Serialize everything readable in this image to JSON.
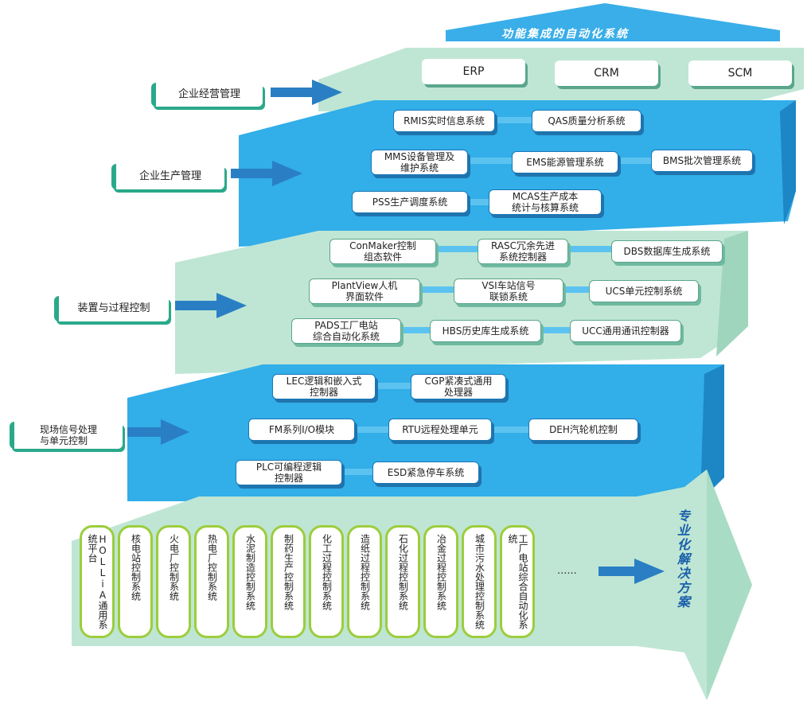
{
  "header": {
    "title": "功能集成的自动化系统"
  },
  "side_title": "专业化解决方案",
  "layers": {
    "enterprise_mgmt": {
      "label": "企业经营管理",
      "items": [
        "ERP",
        "CRM",
        "SCM"
      ]
    },
    "production_mgmt": {
      "label": "企业生产管理",
      "items": [
        "RMIS实时信息系统",
        "QAS质量分析系统",
        "MMS设备管理及\n维护系统",
        "EMS能源管理系统",
        "BMS批次管理系统",
        "PSS生产调度系统",
        "MCAS生产成本\n统计与核算系统"
      ]
    },
    "process_control": {
      "label": "装置与过程控制",
      "items": [
        "ConMaker控制\n组态软件",
        "RASC冗余先进\n系统控制器",
        "DBS数据库生成系统",
        "PlantView人机\n界面软件",
        "VSI车站信号\n联锁系统",
        "UCS单元控制系统",
        "PADS工厂电站\n综合自动化系统",
        "HBS历史库生成系统",
        "UCC通用通讯控制器"
      ]
    },
    "field_signal": {
      "label": "现场信号处理\n与单元控制",
      "items": [
        "LEC逻辑和嵌入式\n控制器",
        "CGP紧凑式通用\n处理器",
        "FM系列I/O模块",
        "RTU远程处理单元",
        "DEH汽轮机控制",
        "PLC可编程逻辑\n控制器",
        "ESD紧急停车系统"
      ]
    }
  },
  "solutions": {
    "items": [
      "HOLLiA通用系统平台",
      "核电站控制系统",
      "火电厂控制系统",
      "热电厂控制系统",
      "水泥制造控制系统",
      "制药生产控制系统",
      "化工过程控制系统",
      "造纸过程控制系统",
      "石化过程控制系统",
      "冶金过程控制系统",
      "城市污水处理控制系统",
      "工厂电站综合自动化系统"
    ],
    "more": "......"
  }
}
